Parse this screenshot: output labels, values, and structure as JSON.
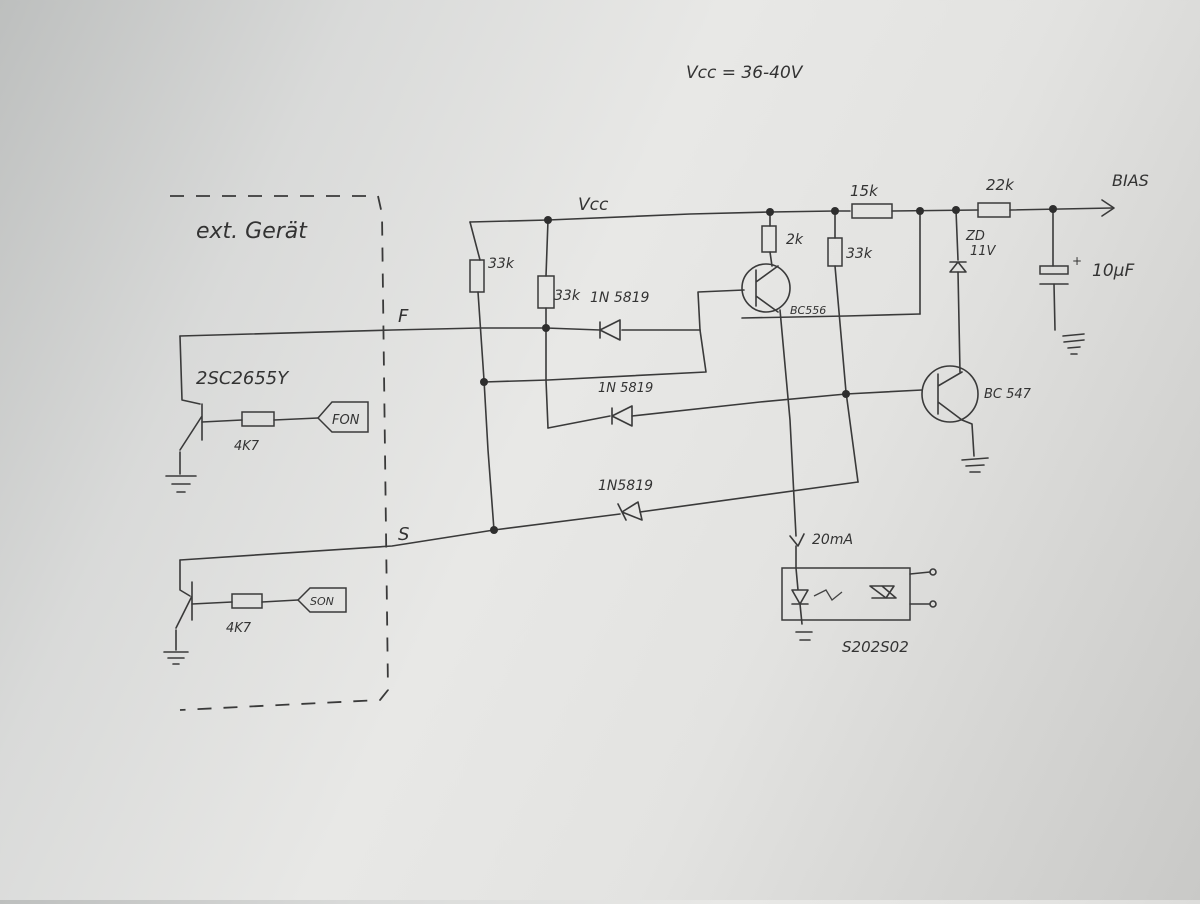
{
  "header": {
    "vcc_spec": "Vcc = 36-40V"
  },
  "labels": {
    "ext_device": "ext. Gerät",
    "vcc_rail": "Vcc",
    "bias": "BIAS",
    "pin_f": "F",
    "pin_s": "S",
    "fon": "FON",
    "son": "SON",
    "current": "20mA"
  },
  "components": {
    "r_15k": "15k",
    "r_22k": "22k",
    "r_2k": "2k",
    "r_33k_a": "33k",
    "r_33k_b": "33k",
    "r_33k_c": "33k",
    "r_4k7_a": "4K7",
    "r_4k7_b": "4K7",
    "zd_label": "ZD",
    "zd_value": "11V",
    "cap": "10µF",
    "d1": "1N 5819",
    "d2": "1N 5819",
    "d3": "1N5819",
    "q_pnp": "BC556",
    "q_npn": "BC 547",
    "q_ext": "2SC2655Y",
    "ssr": "S202S02"
  }
}
